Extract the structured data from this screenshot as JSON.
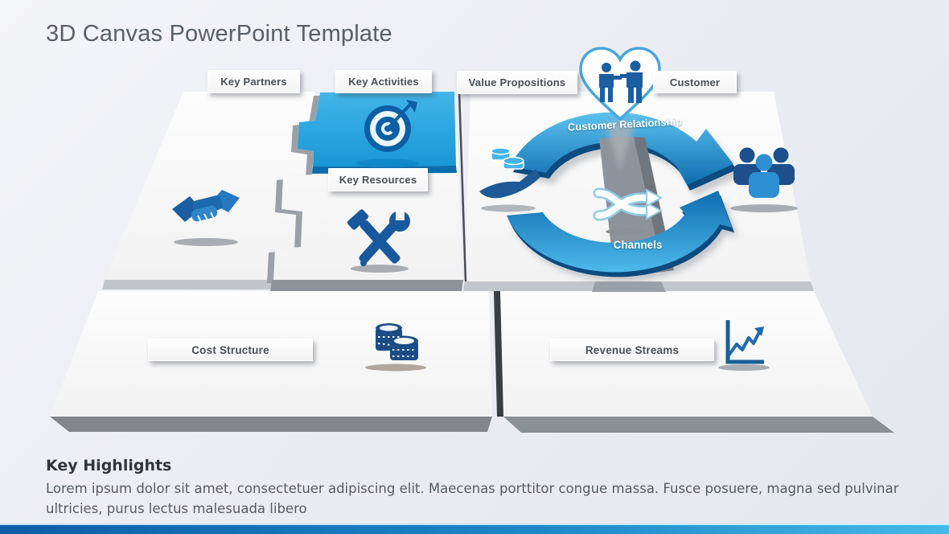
{
  "slide": {
    "title": "3D Canvas PowerPoint Template"
  },
  "canvas": {
    "labels": {
      "key_partners": "Key Partners",
      "key_activities": "Key Activities",
      "value_propositions": "Value Propositions",
      "customer": "Customer",
      "key_resources": "Key Resources",
      "customer_relationship": "Customer Relationship",
      "channels": "Channels",
      "cost_structure": "Cost Structure",
      "revenue_streams": "Revenue Streams"
    },
    "icons": {
      "key_partners": "handshake-icon",
      "key_activities": "target-dart-icon",
      "key_resources": "hammer-wrench-icon",
      "customer_relationship": "heart-partnership-icon",
      "channels": "shuffle-arrows-icon",
      "cycle_left": "hand-coins-icon",
      "cycle_right": "customer-group-icon",
      "cost_structure": "coin-stacks-icon",
      "revenue_streams": "growth-chart-icon"
    },
    "colors": {
      "accent_blue": "#2ea6e0",
      "puzzle_blue": "#2aa3dd",
      "dark_blue": "#1b5ea2",
      "navy": "#0d4b80",
      "panel_white": "#fafafa",
      "footer_bar_left": "#0d5da8",
      "footer_bar_right": "#44b9e8"
    }
  },
  "highlights": {
    "heading": "Key Highlights",
    "body": "Lorem ipsum dolor sit amet, consectetuer adipiscing elit. Maecenas porttitor congue massa. Fusce posuere, magna sed pulvinar ultricies, purus lectus malesuada libero"
  }
}
